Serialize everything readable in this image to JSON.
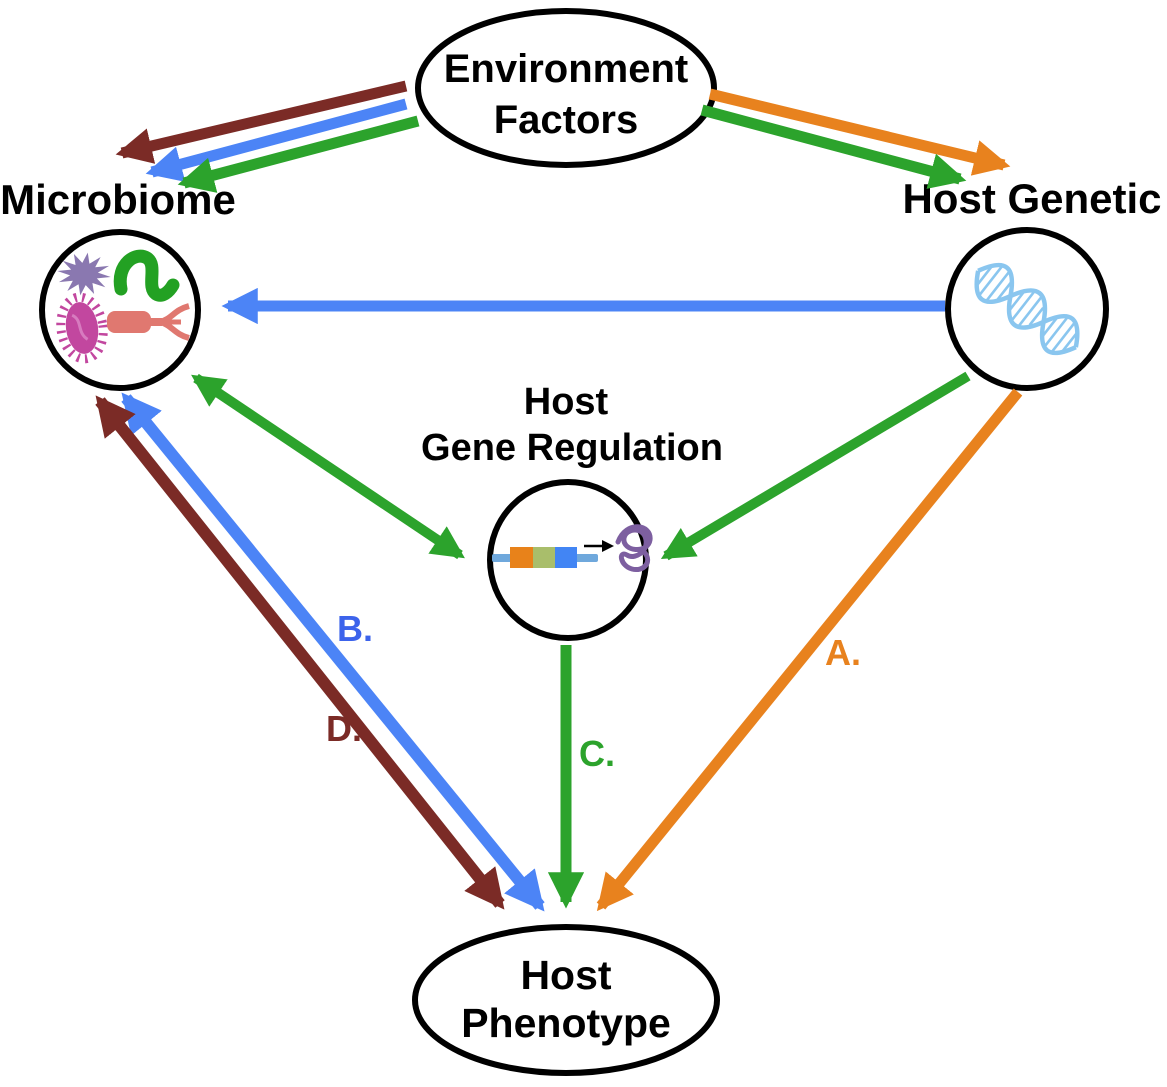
{
  "diagram": {
    "nodes": {
      "environment": {
        "line1": "Environment",
        "line2": "Factors"
      },
      "microbiome": {
        "label": "Microbiome"
      },
      "host_genetic": {
        "label": "Host Genetic"
      },
      "gene_regulation": {
        "line1": "Host",
        "line2": "Gene Regulation"
      },
      "host_phenotype": {
        "line1": "Host",
        "line2": "Phenotype"
      }
    },
    "edge_labels": {
      "a": "A.",
      "b": "B.",
      "c": "C.",
      "d": "D."
    },
    "edges": [
      {
        "from": "Environment Factors",
        "to": "Microbiome",
        "color": "maroon",
        "bidirectional": false
      },
      {
        "from": "Environment Factors",
        "to": "Microbiome",
        "color": "blue",
        "bidirectional": false
      },
      {
        "from": "Environment Factors",
        "to": "Microbiome",
        "color": "green",
        "bidirectional": false
      },
      {
        "from": "Environment Factors",
        "to": "Host Genetic",
        "color": "orange",
        "bidirectional": false
      },
      {
        "from": "Environment Factors",
        "to": "Host Genetic",
        "color": "green",
        "bidirectional": false
      },
      {
        "from": "Host Genetic",
        "to": "Microbiome",
        "color": "blue",
        "bidirectional": false
      },
      {
        "from": "Host Genetic",
        "to": "Host Gene Regulation",
        "color": "green",
        "bidirectional": false
      },
      {
        "from": "Microbiome",
        "to": "Host Gene Regulation",
        "color": "green",
        "bidirectional": true
      },
      {
        "from": "Host Genetic",
        "to": "Host Phenotype",
        "color": "orange",
        "bidirectional": false,
        "label": "A."
      },
      {
        "from": "Microbiome",
        "to": "Host Phenotype",
        "color": "blue",
        "bidirectional": true,
        "label": "B."
      },
      {
        "from": "Host Gene Regulation",
        "to": "Host Phenotype",
        "color": "green",
        "bidirectional": false,
        "label": "C."
      },
      {
        "from": "Microbiome",
        "to": "Host Phenotype",
        "color": "maroon",
        "bidirectional": true,
        "label": "D."
      }
    ]
  },
  "colors": {
    "maroon": "#7B2B26",
    "blue": "#4C84F6",
    "blue_label": "#3C63EB",
    "green": "#2CA32C",
    "orange": "#E8821E",
    "icon_purple": "#8A78B0",
    "icon_green": "#23A123",
    "icon_magenta": "#C2479F",
    "icon_salmon": "#E07870",
    "icon_dna": "#8AC6EF",
    "gene_bar": "#6FA8DC",
    "gene_orange": "#E8821A",
    "gene_olive": "#A9BE6B",
    "gene_blue": "#4285F4",
    "icon_protein": "#7D5FA0"
  }
}
